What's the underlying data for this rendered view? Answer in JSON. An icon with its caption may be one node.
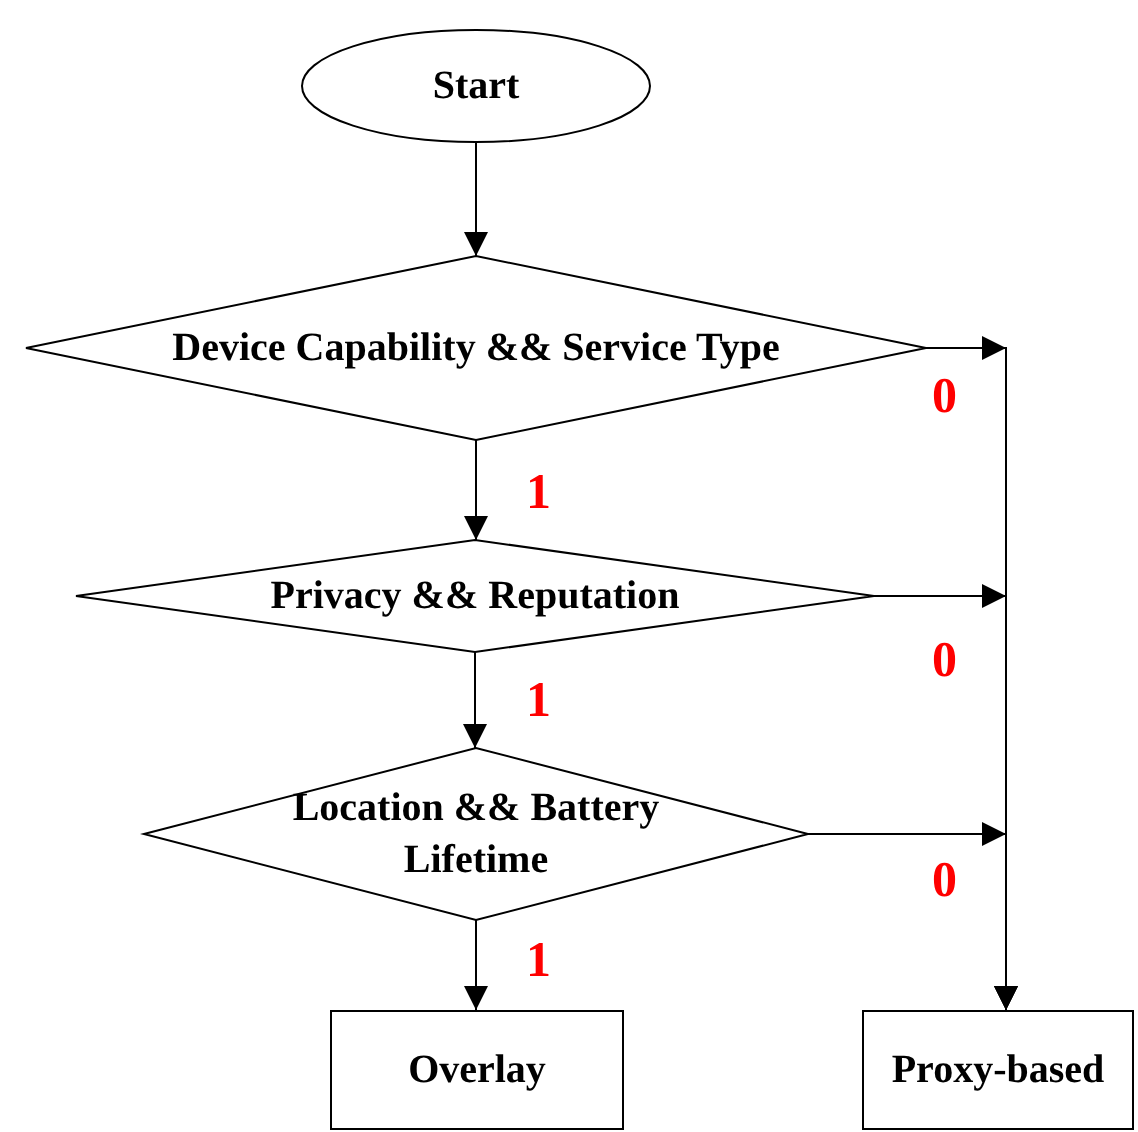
{
  "diagram": {
    "nodes": [
      {
        "text": [
          "Start"
        ]
      },
      {
        "text": [
          "Device Capability && Service Type"
        ]
      },
      {
        "text": [
          "Privacy && Reputation"
        ]
      },
      {
        "text": [
          "Location && Battery Lifetime"
        ]
      },
      {
        "text": [
          "Overlay"
        ]
      },
      {
        "text": [
          "Proxy-based"
        ]
      }
    ],
    "edges": [
      {
        "from": 0,
        "to": 1,
        "arrow": "to"
      },
      {
        "from": 1,
        "to": 2,
        "arrow": "to",
        "label": "1"
      },
      {
        "from": 2,
        "to": 3,
        "arrow": "to",
        "label": "1"
      },
      {
        "from": 3,
        "to": 4,
        "arrow": "to",
        "label": "1"
      },
      {
        "from": 1,
        "to": 5,
        "arrow": "to",
        "label": "0"
      },
      {
        "from": 2,
        "to": 5,
        "arrow": "to",
        "label": "0"
      },
      {
        "from": 3,
        "to": 5,
        "arrow": "to",
        "label": "0"
      }
    ]
  }
}
